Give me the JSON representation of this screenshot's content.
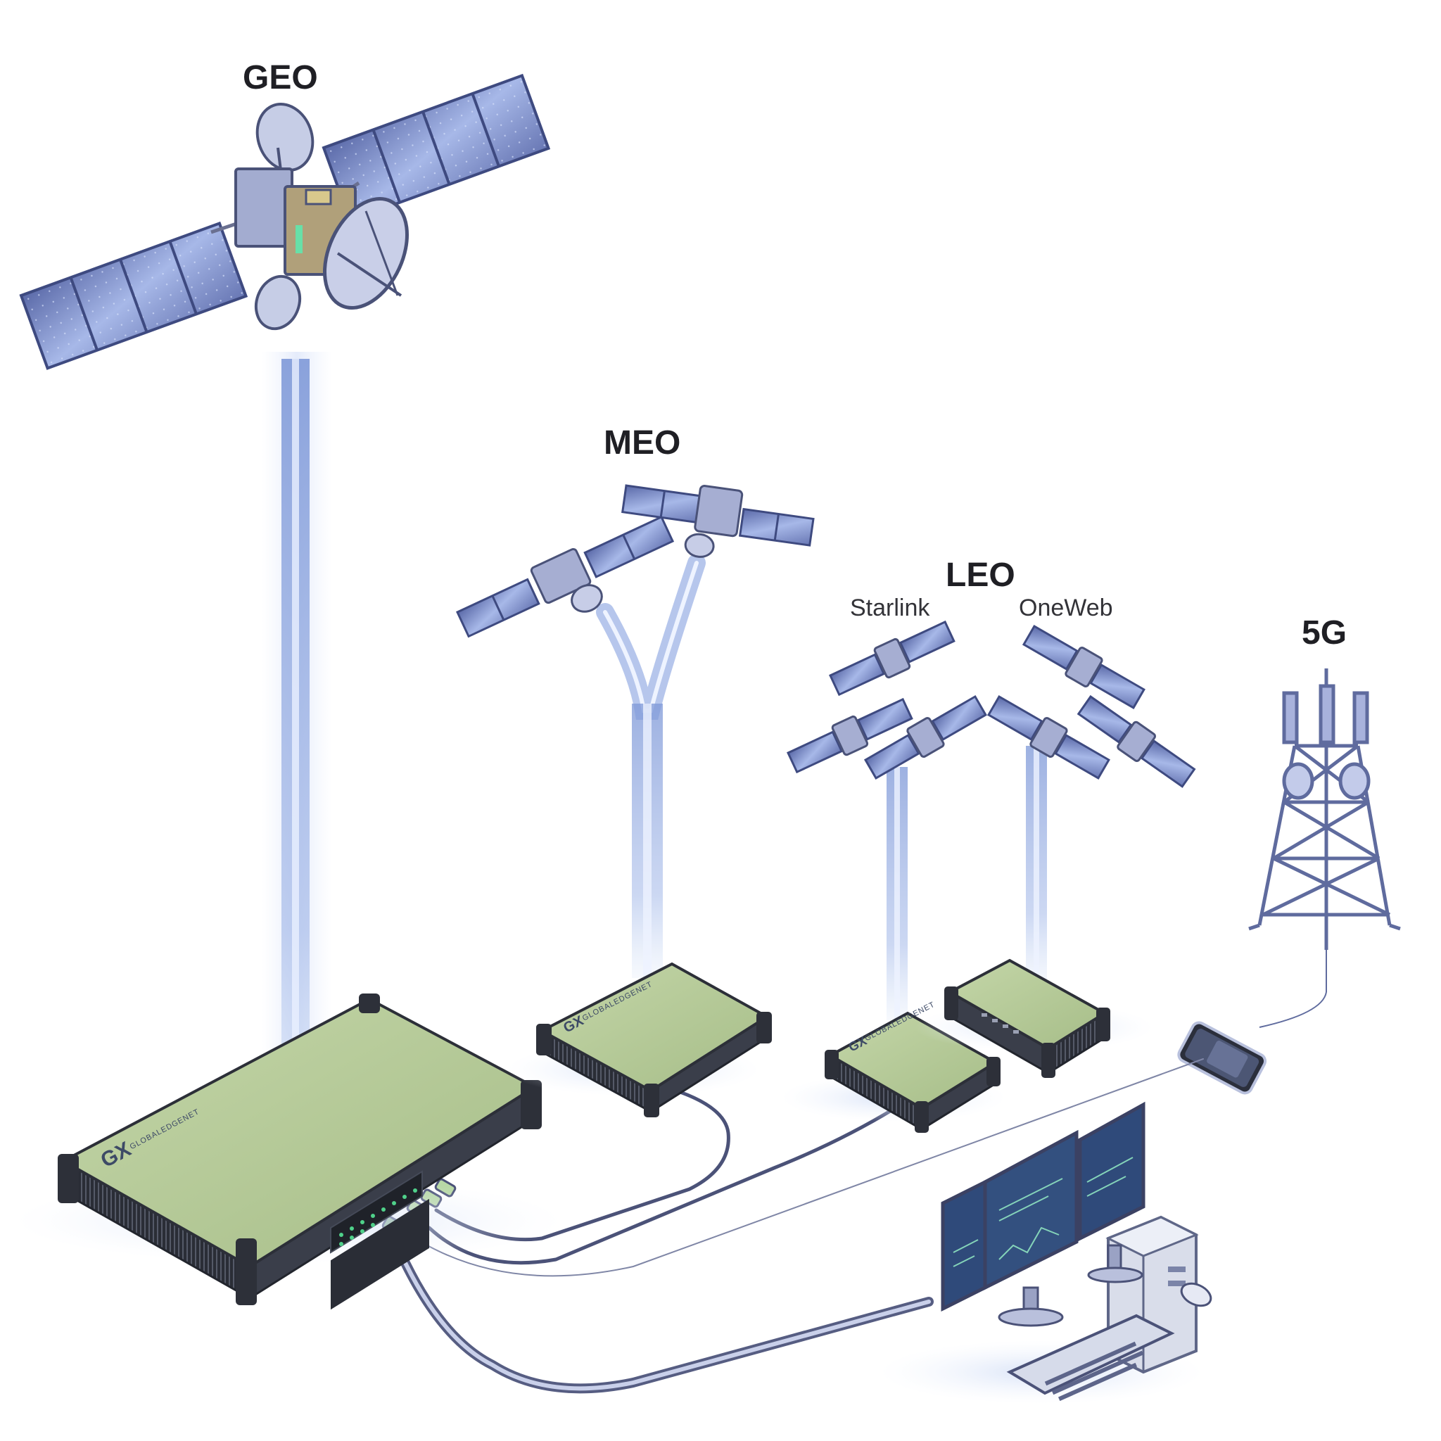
{
  "labels": {
    "geo": "GEO",
    "meo": "MEO",
    "leo": "LEO",
    "starlink": "Starlink",
    "oneweb": "OneWeb",
    "fiveg": "5G"
  },
  "device": {
    "logo": "GX",
    "brand_text": "GLOBALEDGENET"
  },
  "colors": {
    "beam": "#8ea6e0",
    "beam_glow": "#c9d6f5",
    "panel": "#8fa3d4",
    "panel_dark": "#4a5893",
    "device_top": "#b8cc9a",
    "device_body": "#2c2f38",
    "cable": "#4b5278",
    "led": "#4fd18a",
    "screen": "#2f4a7a",
    "tower": "#6b77a8"
  },
  "icons": {
    "geo_satellite": "satellite-icon",
    "meo_satellite": "satellite-icon",
    "leo_satellite": "satellite-icon",
    "tower": "cell-tower-icon",
    "phone": "smartphone-icon",
    "computer": "workstation-icon"
  }
}
